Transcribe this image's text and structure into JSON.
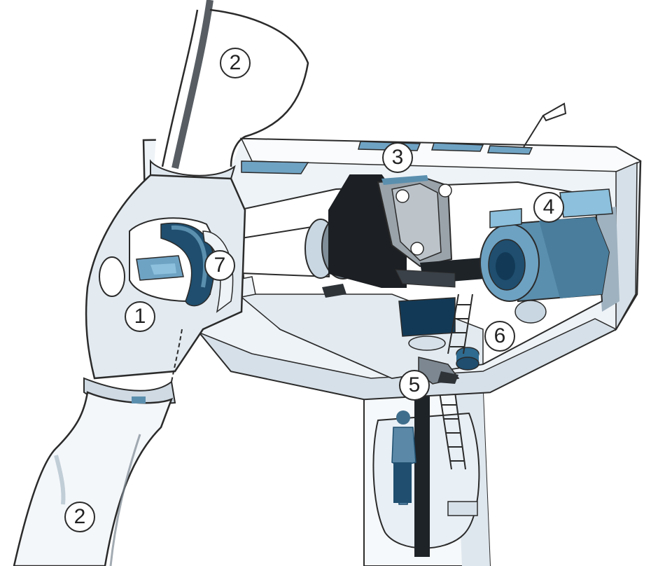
{
  "callouts": {
    "hub": "1",
    "blade_top": "2",
    "blade_bottom": "2",
    "gearbox": "3",
    "generator": "4",
    "yaw_drive": "5",
    "controller": "6",
    "pitch_system": "7"
  },
  "colors": {
    "outline": "#2b2b2b",
    "shell_light": "#eef3f7",
    "shell_mid": "#d6e0e8",
    "shell_shadow": "#b9c8d4",
    "steel_blue": "#5b8fae",
    "steel_dark": "#1f4e6e",
    "deep_blue": "#123a57",
    "dark_grey": "#2e3338",
    "mid_grey": "#7c8791",
    "accent_light_blue": "#8cc0dc"
  }
}
